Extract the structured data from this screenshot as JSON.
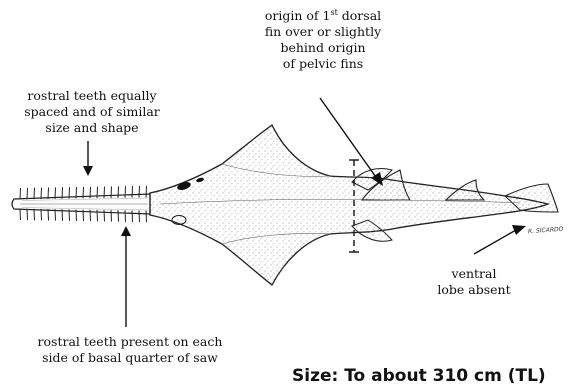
{
  "figure": {
    "species_drawing": "sawfish-dorsal-view",
    "labels": {
      "rostral_teeth_spacing": [
        "rostral teeth equally",
        "spaced and of similar",
        "size and shape"
      ],
      "dorsal_fin_origin": {
        "line1_prefix": "origin of 1",
        "line1_superscript": "st",
        "line1_suffix": " dorsal",
        "lines": [
          "fin over or slightly",
          "behind origin",
          "of pelvic fins"
        ]
      },
      "ventral_lobe": [
        "ventral",
        "lobe absent"
      ],
      "rostral_teeth_basal": [
        "rostral teeth present on each",
        "side of basal quarter of saw"
      ]
    },
    "artist_signature": "R. SICARDO",
    "footer_partial": "Size: To about 310 cm (TL)"
  }
}
